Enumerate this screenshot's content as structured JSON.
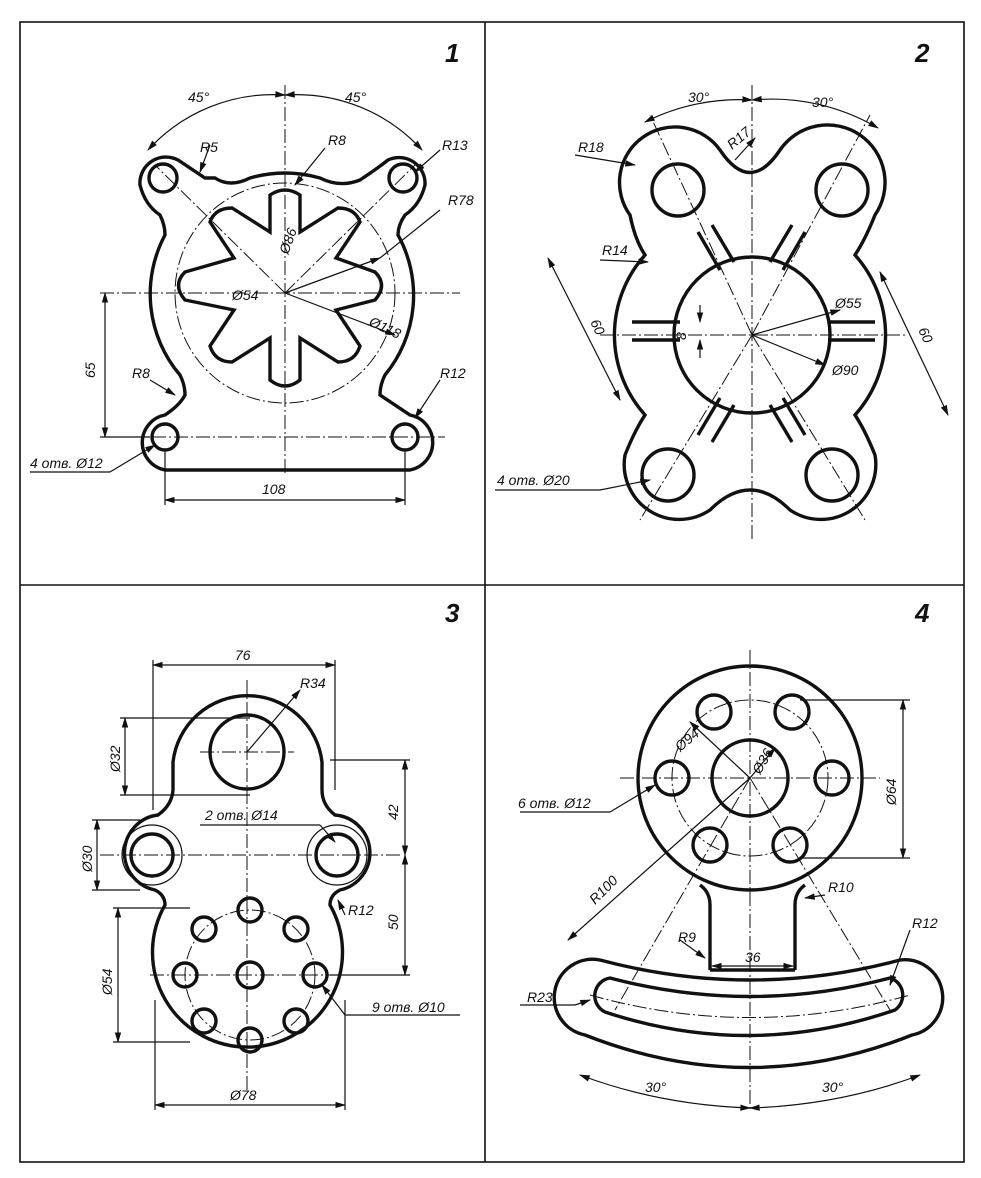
{
  "panels": [
    {
      "number": "1",
      "dims": [
        "45°",
        "45°",
        "R5",
        "R8",
        "R13",
        "R78",
        "Ø86",
        "Ø54",
        "Ø118",
        "65",
        "R8",
        "R12",
        "4 отв. Ø12",
        "108"
      ]
    },
    {
      "number": "2",
      "dims": [
        "30°",
        "30°",
        "R18",
        "R17",
        "R14",
        "60",
        "8",
        "Ø55",
        "Ø90",
        "60",
        "4 отв. Ø20"
      ]
    },
    {
      "number": "3",
      "dims": [
        "76",
        "R34",
        "Ø32",
        "42",
        "2 отв. Ø14",
        "Ø30",
        "R12",
        "50",
        "Ø54",
        "9 отв. Ø10",
        "Ø78"
      ]
    },
    {
      "number": "4",
      "dims": [
        "Ø94",
        "Ø36",
        "Ø64",
        "6 отв. Ø12",
        "R100",
        "R10",
        "R9",
        "R12",
        "36",
        "R23",
        "30°",
        "30°"
      ]
    }
  ]
}
